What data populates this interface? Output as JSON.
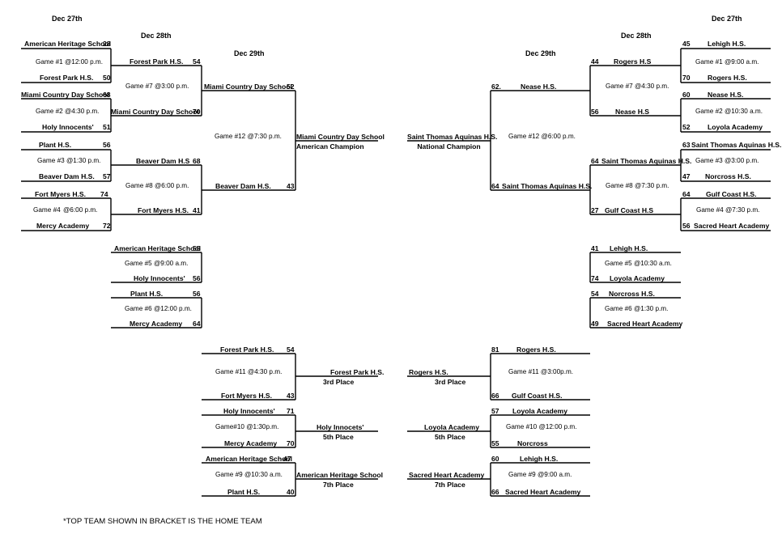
{
  "headers": {
    "left_dec27": "Dec 27th",
    "left_dec28": "Dec 28th",
    "left_dec29": "Dec 29th",
    "right_dec29": "Dec 29th",
    "right_dec28": "Dec 28th",
    "right_dec27": "Dec 27th"
  },
  "footnote": "*TOP TEAM SHOWN IN BRACKET IS THE HOME TEAM",
  "american": {
    "r1": [
      {
        "top": "American Heritage School",
        "top_score": "28",
        "bottom": "Forest Park H.S.",
        "bottom_score": "50",
        "game": "Game #1",
        "time": "@12:00 p.m."
      },
      {
        "top": "Miami Country Day School",
        "top_score": "68",
        "bottom": "Holy Innocents'",
        "bottom_score": "51",
        "game": "Game #2",
        "time": "@4:30 p.m."
      },
      {
        "top": "Plant H.S.",
        "top_score": "56",
        "bottom": "Beaver Dam H.S.",
        "bottom_score": "57",
        "game": "Game #3",
        "time": "@1:30 p.m."
      },
      {
        "top": "Fort Myers H.S.",
        "top_score": "74",
        "bottom": "Mercy Academy",
        "bottom_score": "72",
        "game": "Game #4",
        "time": "@6:00 p.m."
      }
    ],
    "r2": [
      {
        "top": "Forest Park H.S.",
        "top_score": "54",
        "bottom": "Miami Country Day School",
        "bottom_score": "70",
        "game": "Game #7 @3:00 p.m."
      },
      {
        "top": "Beaver Dam H.S",
        "top_score": "68",
        "bottom": "Fort Myers H.S.",
        "bottom_score": "41",
        "game": "Game #8 @6:00 p.m."
      }
    ],
    "r3": {
      "top": "Miami Country Day School",
      "top_score": "52",
      "bottom": "Beaver Dam H.S.",
      "bottom_score": "43",
      "game": "Game #12 @7:30 p.m."
    },
    "champion": {
      "name": "Miami Country Day School",
      "title": "American Champion"
    },
    "cons": [
      {
        "top": "American Heritage School",
        "top_score": "55",
        "bottom": "Holy Innocents'",
        "bottom_score": "56",
        "game": "Game #5 @9:00 a.m."
      },
      {
        "top": "Plant H.S.",
        "top_score": "56",
        "bottom": "Mercy Academy",
        "bottom_score": "64",
        "game": "Game #6 @12:00 p.m."
      }
    ],
    "places": [
      {
        "top": "Forest Park H.S.",
        "top_score": "54",
        "bottom": "Fort Myers H.S.",
        "bottom_score": "43",
        "game": "Game #11 @4:30 p.m.",
        "winner": "Forest Park H.S.",
        "place": "3rd Place"
      },
      {
        "top": "Holy Innocents'",
        "top_score": "71",
        "bottom": "Mercy Academy",
        "bottom_score": "70",
        "game": "Game#10 @1:30p.m.",
        "winner": "Holy Innocets'",
        "place": "5th Place"
      },
      {
        "top": "American Heritage School",
        "top_score": "47",
        "bottom": "Plant H.S.",
        "bottom_score": "40",
        "game": "Game #9 @10:30 a.m.",
        "winner": "American Heritage School",
        "place": "7th Place"
      }
    ]
  },
  "national": {
    "r1": [
      {
        "top": "Lehigh H.S.",
        "top_score": "45",
        "bottom": "Rogers H.S.",
        "bottom_score": "70",
        "game": "Game #1",
        "time": "@9:00 a.m."
      },
      {
        "top": "Nease H.S.",
        "top_score": "60",
        "bottom": "Loyola Academy",
        "bottom_score": "52",
        "game": "Game #2",
        "time": "@10:30 a.m."
      },
      {
        "top": "Saint Thomas Aquinas H.S.",
        "top_score": "63",
        "bottom": "Norcross H.S.",
        "bottom_score": "47",
        "game": "Game #3",
        "time": "@3:00 p.m."
      },
      {
        "top": "Gulf Coast H.S.",
        "top_score": "64",
        "bottom": "Sacred Heart Academy",
        "bottom_score": "56",
        "game": "Game #4",
        "time": "@7:30 p.m."
      }
    ],
    "r2": [
      {
        "top": "Rogers H.S",
        "top_score": "44",
        "bottom": "Nease H.S",
        "bottom_score": "56",
        "game": "Game #7 @4:30 p.m."
      },
      {
        "top": "Saint Thomas Aquinas H.S.",
        "top_score": "64",
        "bottom": "Gulf Coast H.S",
        "bottom_score": "27",
        "game": "Game #8 @7:30 p.m."
      }
    ],
    "r3": {
      "top": "Nease H.S.",
      "top_score": "62.",
      "bottom": "Saint Thomas Aquinas H.S.",
      "bottom_score": "64",
      "game": "Game #12 @6:00 p.m."
    },
    "champion": {
      "name": "Saint Thomas Aquinas H.S.",
      "title": "National Champion"
    },
    "cons": [
      {
        "top": "Lehigh H.S.",
        "top_score": "41",
        "bottom": "Loyola Academy",
        "bottom_score": "74",
        "game": "Game #5 @10:30 a.m."
      },
      {
        "top": "Norcross H.S.",
        "top_score": "54",
        "bottom": "Sacred Heart Academy",
        "bottom_score": "49",
        "game": "Game #6 @1:30 p.m."
      }
    ],
    "places": [
      {
        "top": "Rogers H.S.",
        "top_score": "81",
        "bottom": "Gulf Coast H.S.",
        "bottom_score": "66",
        "game": "Game #11 @3:00p.m.",
        "winner": "Rogers H.S.",
        "place": "3rd Place"
      },
      {
        "top": "Loyola Academy",
        "top_score": "57",
        "bottom": "Norcross",
        "bottom_score": "55",
        "game": "Game #10 @12:00 p.m.",
        "winner": "Loyola Academy",
        "place": "5th Place"
      },
      {
        "top": "Lehigh H.S.",
        "top_score": "60",
        "bottom": "Sacred Heart Academy",
        "bottom_score": "66",
        "game": "Game #9 @9:00 a.m.",
        "winner": "Sacred Heart Academy",
        "place": "7th Place"
      }
    ]
  }
}
